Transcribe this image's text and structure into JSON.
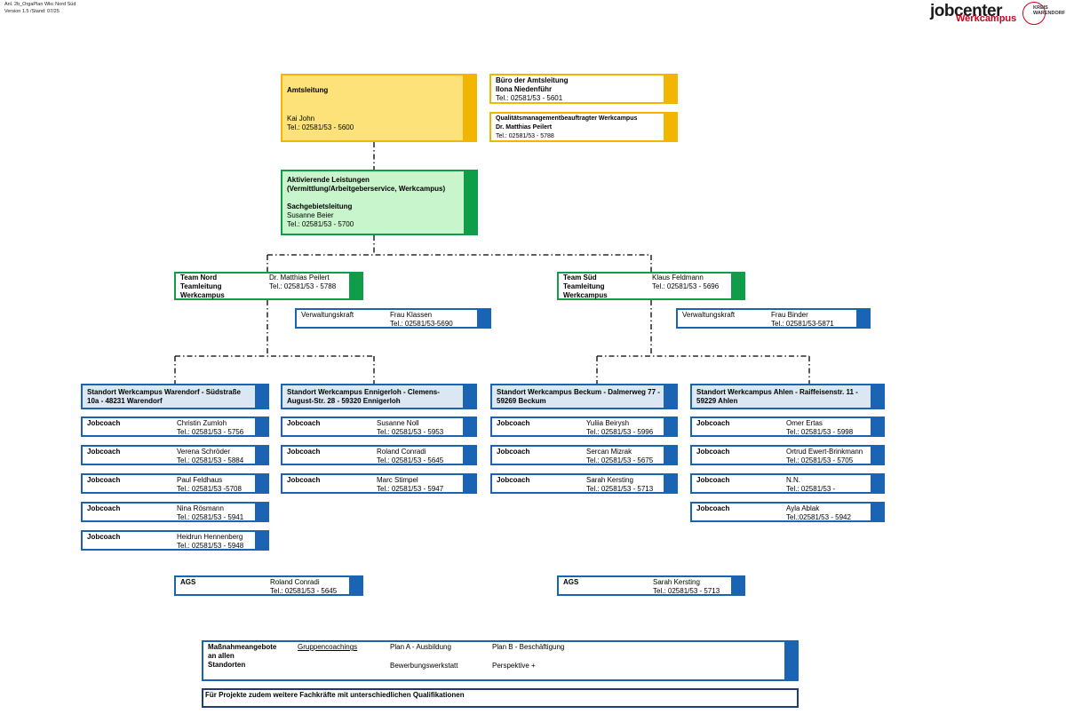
{
  "header": {
    "line1": "Anl. 2b_OrgaPlan Wkc Nord Süd",
    "line2": "Version 1.5 /Stand: 07/25"
  },
  "logo": {
    "word1": "jobcenter",
    "word2": "Werkcampus",
    "seal_line1": "KREIS",
    "seal_line2": "WARENDORF"
  },
  "amtsleitung": {
    "title": "Amtsleitung",
    "name": "Kai John",
    "tel": "Tel.: 02581/53 - 5600"
  },
  "buero": {
    "title": "Büro der Amtsleitung",
    "name": "Ilona Niedenführ",
    "tel": "Tel.: 02581/53 - 5601"
  },
  "qm": {
    "title": "Qualitätsmanagementbeauftragter Werkcampus",
    "name": "Dr. Matthias Peilert",
    "tel": "Tel.: 02581/53 - 5788"
  },
  "aktivierende": {
    "title1": "Aktivierende Leistungen",
    "title2": "(Vermittlung/Arbeitgeberservice, Werkcampus)",
    "role": "Sachgebietsleitung",
    "name": "Susanne Beier",
    "tel": "Tel.: 02581/53 - 5700"
  },
  "team_nord": {
    "l1": "Team Nord",
    "l2": "Teamleitung",
    "l3": "Werkcampus",
    "name": "Dr. Matthias Peilert",
    "tel": "Tel.: 02581/53 - 5788"
  },
  "team_sued": {
    "l1": "Team Süd",
    "l2": "Teamleitung",
    "l3": "Werkcampus",
    "name": "Klaus Feldmann",
    "tel": "Tel.: 02581/53 - 5696"
  },
  "verw_nord": {
    "label": "Verwaltungskraft",
    "name": "Frau Klassen",
    "tel": "Tel.: 02581/53-5690"
  },
  "verw_sued": {
    "label": "Verwaltungskraft",
    "name": "Frau Binder",
    "tel": "Tel.: 02581/53-5871"
  },
  "standorte": [
    {
      "title1": "Standort Werkcampus Warendorf - Südstraße",
      "title2": "10a - 48231 Warendorf",
      "coaches": [
        {
          "role": "Jobcoach",
          "name": "Christin Zumloh",
          "tel": "Tel.: 02581/53 - 5756"
        },
        {
          "role": "Jobcoach",
          "name": "Verena Schröder",
          "tel": "Tel.: 02581/53 - 5884"
        },
        {
          "role": "Jobcoach",
          "name": "Paul Feldhaus",
          "tel": "Tel.: 02581/53 -5708"
        },
        {
          "role": "Jobcoach",
          "name": "Nina Rösmann",
          "tel": "Tel.: 02581/53 - 5941"
        },
        {
          "role": "Jobcoach",
          "name": "Heidrun Hennenberg",
          "tel": "Tel.: 02581/53 - 5948"
        }
      ]
    },
    {
      "title1": "Standort Werkcampus Ennigerloh - Clemens-",
      "title2": "August-Str. 28 - 59320 Ennigerloh",
      "coaches": [
        {
          "role": "Jobcoach",
          "name": "Susanne Noll",
          "tel": "Tel.: 02581/53 - 5953"
        },
        {
          "role": "Jobcoach",
          "name": "Roland Conradi",
          "tel": "Tel.: 02581/53 - 5645"
        },
        {
          "role": "Jobcoach",
          "name": "Marc Stimpel",
          "tel": "Tel.: 02581/53 - 5947"
        }
      ]
    },
    {
      "title1": "Standort Werkcampus Beckum - Dalmerweg 77 -",
      "title2": "59269 Beckum",
      "coaches": [
        {
          "role": "Jobcoach",
          "name": "Yuliia Beirysh",
          "tel": "Tel.: 02581/53 - 5996"
        },
        {
          "role": "Jobcoach",
          "name": "Sercan Mizrak",
          "tel": "Tel.: 02581/53 - 5675"
        },
        {
          "role": "Jobcoach",
          "name": "Sarah Kersting",
          "tel": "Tel.: 02581/53 - 5713"
        }
      ]
    },
    {
      "title1": "Standort Werkcampus Ahlen - Raiffeisenstr. 11 -",
      "title2": "59229 Ahlen",
      "coaches": [
        {
          "role": "Jobcoach",
          "name": "Omer Ertas",
          "tel": "Tel.: 02581/53 - 5998"
        },
        {
          "role": "Jobcoach",
          "name": "Ortrud Ewert-Brinkmann",
          "tel": "Tel.: 02581/53 - 5705"
        },
        {
          "role": "Jobcoach",
          "name": "N.N.",
          "tel": "Tel.: 02581/53 -"
        },
        {
          "role": "Jobcoach",
          "name": "Ayla Ablak",
          "tel": "Tel.:02581/53 - 5942"
        }
      ]
    }
  ],
  "ags_nord": {
    "label": "AGS",
    "name": "Roland Conradi",
    "tel": "Tel.: 02581/53 - 5645"
  },
  "ags_sued": {
    "label": "AGS",
    "name": "Sarah Kersting",
    "tel": "Tel.: 02581/53 - 5713"
  },
  "massnahmen": {
    "l1": "Maßnahmeangebote",
    "l2": "an allen",
    "l3": "Standorten",
    "link": "Gruppencoachings",
    "a1": "Plan A - Ausbildung",
    "a2": "Bewerbungswerkstatt",
    "b1": "Plan B - Beschäftigung",
    "b2": "Perspektive +"
  },
  "projekte": {
    "text": "Für Projekte zudem weitere Fachkräfte mit unterschiedlichen Qualifikationen"
  }
}
